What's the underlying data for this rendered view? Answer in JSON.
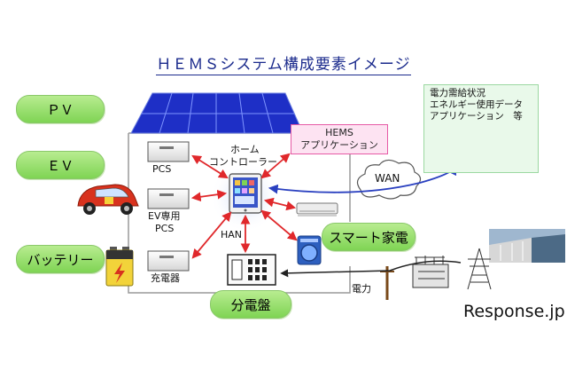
{
  "title": "ＨＥＭＳシステム構成要素イメージ",
  "pills": {
    "pv": "ＰＶ",
    "ev": "ＥＶ",
    "battery": "バッテリー",
    "smart_appliance": "スマート家電",
    "distribution_board": "分電盤"
  },
  "labels": {
    "pcs": "PCS",
    "ev_pcs_line1": "EV専用",
    "ev_pcs_line2": "PCS",
    "charger": "充電器",
    "home_controller_line1": "ホーム",
    "home_controller_line2": "コントローラー",
    "han": "HAN",
    "wan": "WAN",
    "power": "電力",
    "hems_app_line1": "HEMS",
    "hems_app_line2": "アプリケーション",
    "cloud_line1": "電力需給状況",
    "cloud_line2": "エネルギー使用データ",
    "cloud_line3": "アプリケーション　等"
  },
  "watermark": "Response.jp",
  "colors": {
    "title": "#1a2a8c",
    "pill_green": "#8ad860",
    "arrow_red": "#e0282b",
    "arrow_blue": "#2a40c0",
    "house_line": "#9a9a9a",
    "solar_panel": "#1e2fc6",
    "hems_pink": "#fde3f2",
    "cloud_green": "#e9f9ea"
  }
}
